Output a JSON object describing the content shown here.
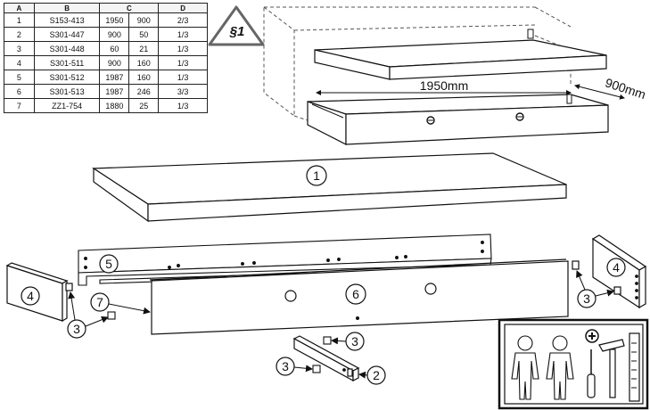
{
  "parts_table": {
    "headers": [
      "A",
      "B",
      "C",
      "D"
    ],
    "rows": [
      [
        "1",
        "S153-413",
        "1950",
        "900",
        "2/3"
      ],
      [
        "2",
        "S301-447",
        "900",
        "50",
        "1/3"
      ],
      [
        "3",
        "S301-448",
        "60",
        "21",
        "1/3"
      ],
      [
        "4",
        "S301-511",
        "900",
        "160",
        "1/3"
      ],
      [
        "5",
        "S301-512",
        "1987",
        "160",
        "1/3"
      ],
      [
        "6",
        "S301-513",
        "1987",
        "246",
        "3/3"
      ],
      [
        "7",
        "ZZ1-754",
        "1880",
        "25",
        "1/3"
      ]
    ]
  },
  "warning": {
    "label": "§1"
  },
  "dimensions": {
    "width": "1950mm",
    "depth": "900mm"
  },
  "callouts": {
    "p1": "1",
    "p2": "2",
    "p3": "3",
    "p4": "4",
    "p5": "5",
    "p6": "6",
    "p7": "7"
  }
}
